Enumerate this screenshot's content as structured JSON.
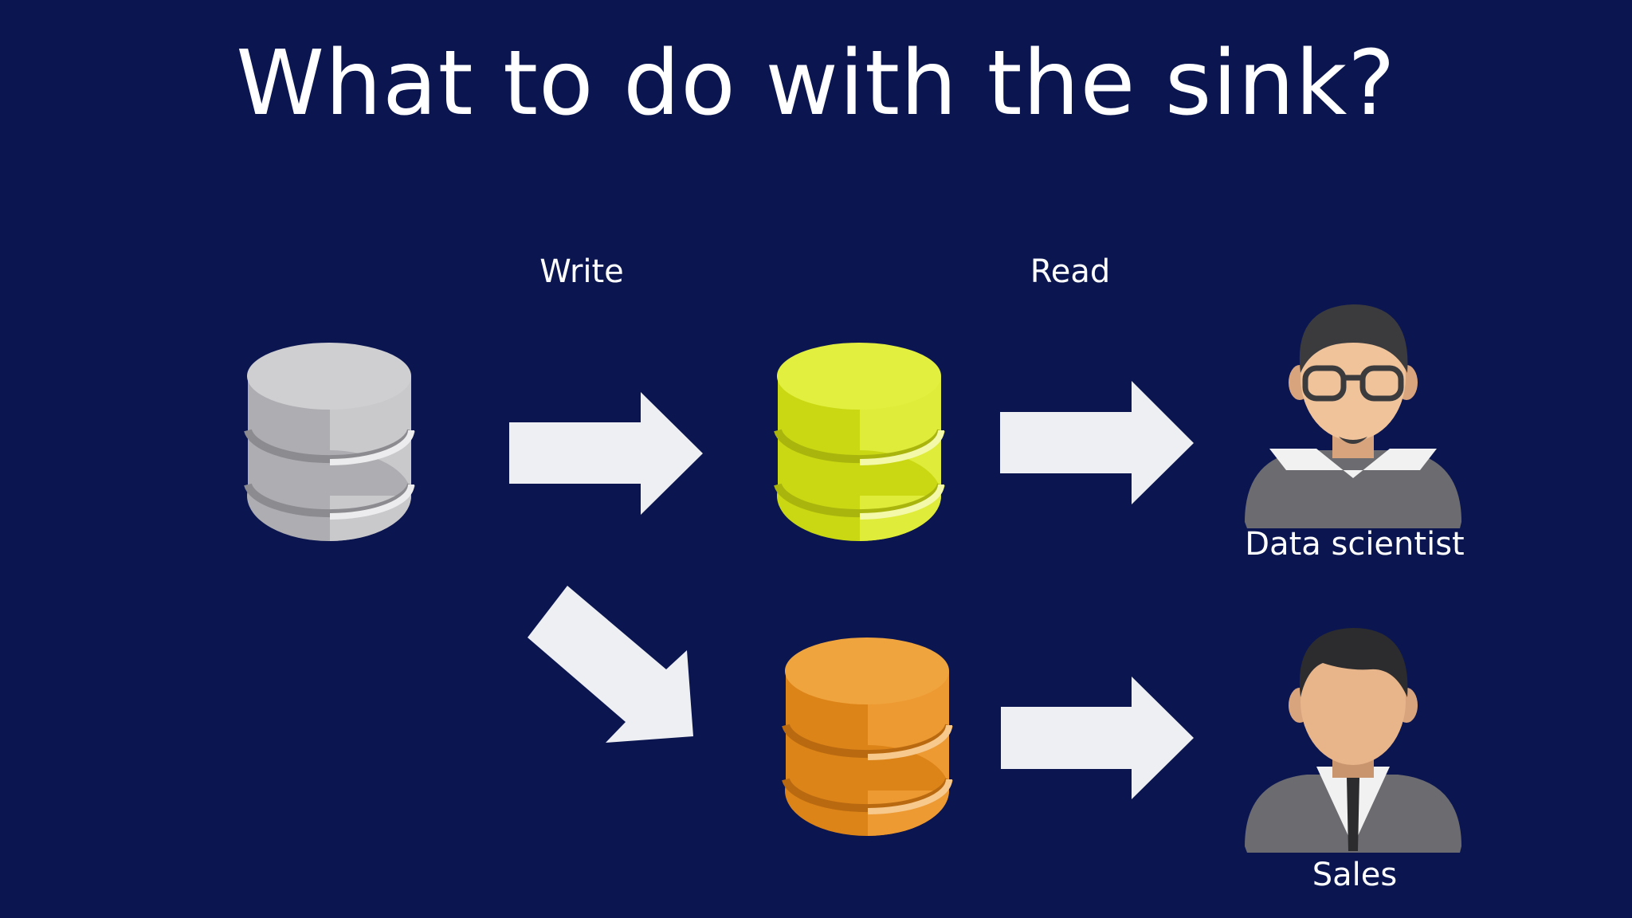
{
  "title": "What to do with the sink?",
  "labels": {
    "write": "Write",
    "read": "Read",
    "data_scientist": "Data scientist",
    "sales": "Sales"
  },
  "colors": {
    "background": "#0b1650",
    "arrow": "#eeeff3",
    "source_db": "#c3c3c6",
    "yellow_db": "#d8e636",
    "orange_db": "#ec9a34"
  },
  "icons": [
    "database-icon",
    "arrow-right-icon",
    "arrow-diagonal-icon",
    "data-scientist-avatar-icon",
    "sales-avatar-icon"
  ]
}
